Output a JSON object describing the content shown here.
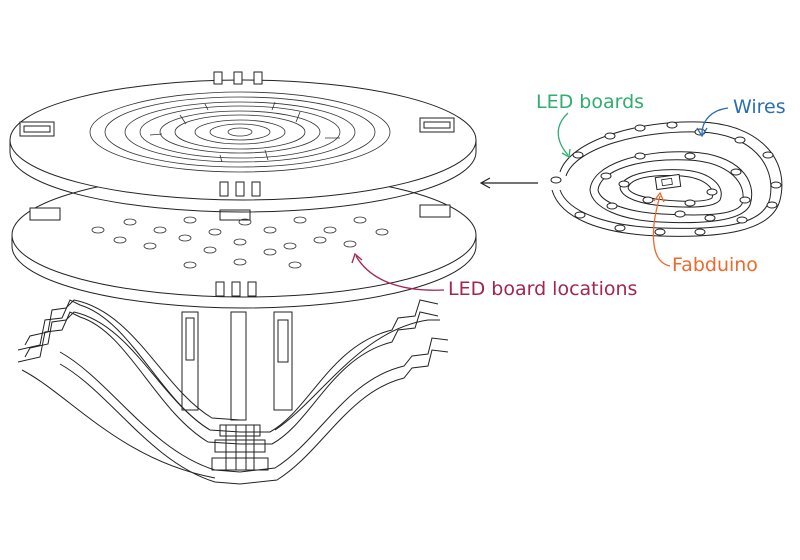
{
  "labels": {
    "led_boards": "LED boards",
    "wires": "Wires",
    "fabduino": "Fabduino",
    "led_board_locations": "LED board locations"
  },
  "colors": {
    "led_boards": "#2fae6e",
    "wires": "#2b6db3",
    "fabduino": "#ee6a2c",
    "led_board_locations": "#a32552",
    "linework": "#222222"
  },
  "icons": {
    "arrow": "left-arrow"
  }
}
